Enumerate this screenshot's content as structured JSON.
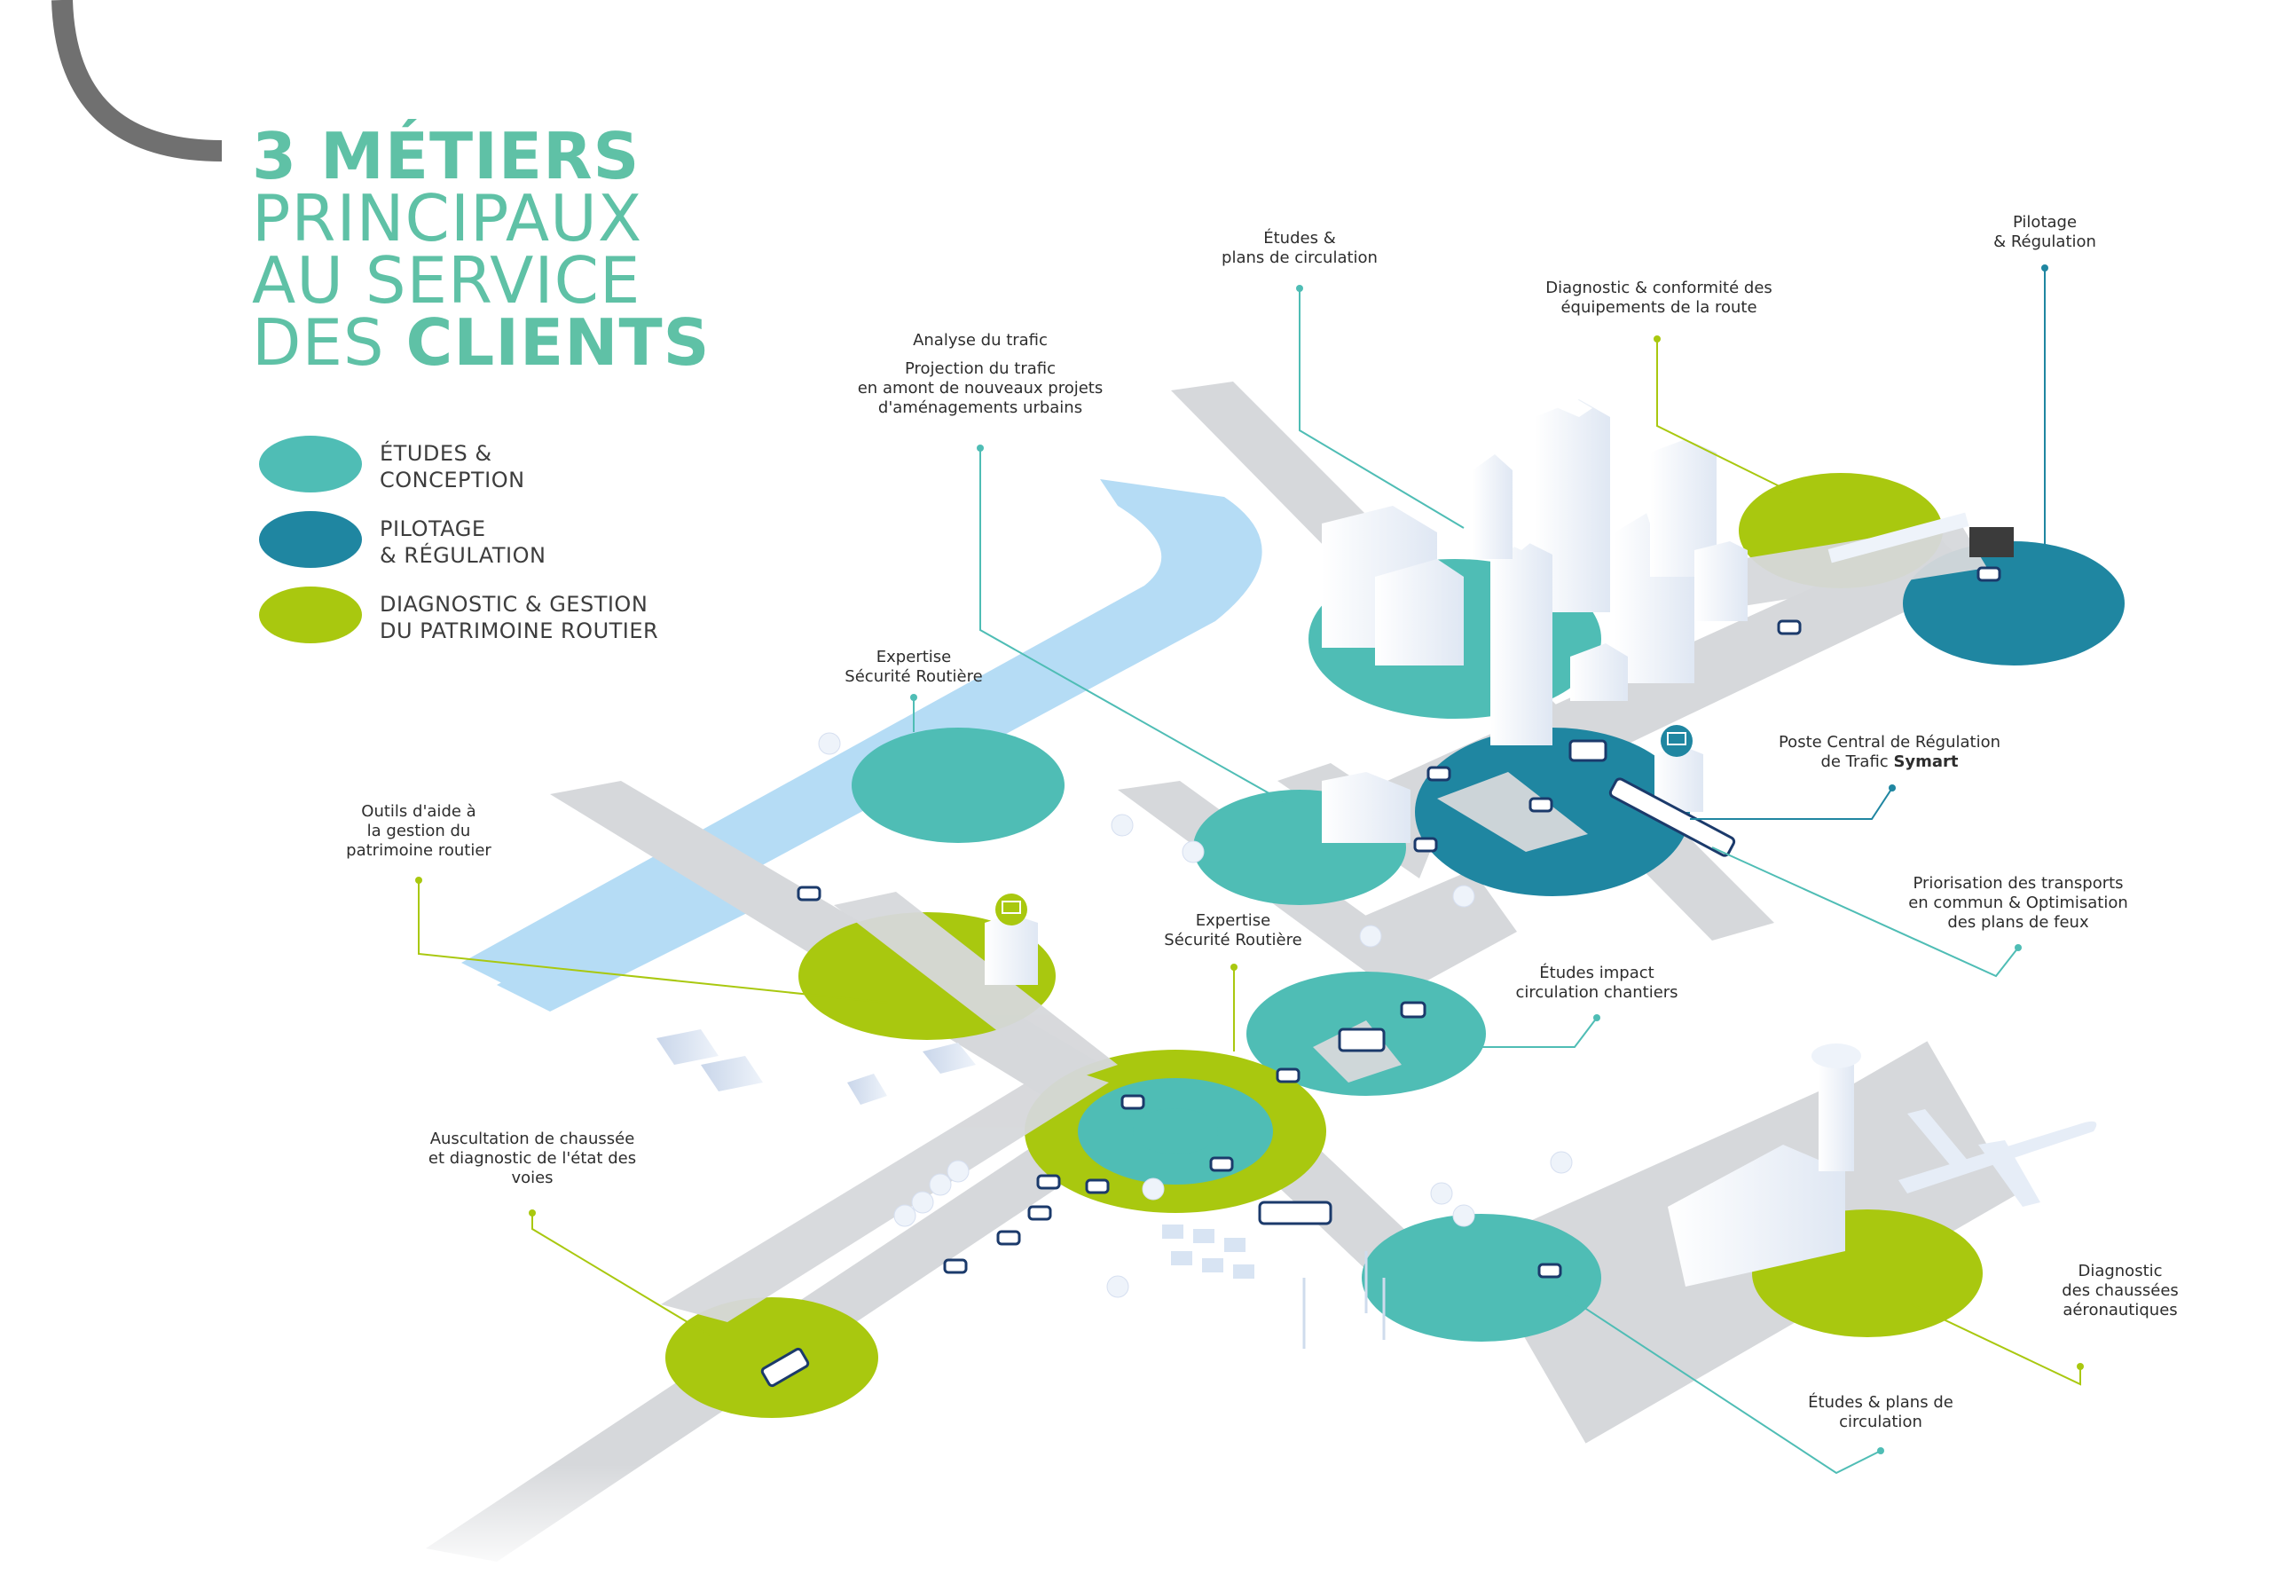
{
  "title": {
    "line1_bold": "3 MÉTIERS",
    "line2": "PRINCIPAUX",
    "line3": "AU SERVICE",
    "line4_prefix": "DES",
    "line4_bold": "CLIENTS"
  },
  "legend": [
    {
      "line1": "ÉTUDES &",
      "line2": "CONCEPTION",
      "color": "#4fbdb5"
    },
    {
      "line1": "PILOTAGE",
      "line2": "& RÉGULATION",
      "color": "#1f86a1"
    },
    {
      "line1": "DIAGNOSTIC & GESTION",
      "line2": "DU PATRIMOINE ROUTIER",
      "color": "#a9c80f"
    }
  ],
  "colors": {
    "teal": "#4fbdb5",
    "dark_teal": "#1f86a1",
    "green": "#a9c80f",
    "title": "#5fc1a6",
    "arc": "#707070",
    "road": "#d6d8db",
    "river": "#b5dcf5"
  },
  "labels": {
    "etudes_plans": {
      "l1": "Études &",
      "l2": "plans de circulation"
    },
    "pilotage_regulation": {
      "l1": "Pilotage",
      "l2": "& Régulation"
    },
    "diagnostic_conformite": {
      "l1": "Diagnostic & conformité des",
      "l2": "équipements de la route"
    },
    "analyse_trafic": {
      "l1": "Analyse du trafic",
      "l2": "Projection du trafic",
      "l3": "en amont de nouveaux projets",
      "l4": "d'aménagements urbains"
    },
    "expertise_1": {
      "l1": "Expertise",
      "l2": "Sécurité Routière"
    },
    "poste_central": {
      "l1": "Poste Central de Régulation",
      "l2_prefix": "de Trafic",
      "l2_bold": "Symart"
    },
    "outils_aide": {
      "l1": "Outils d'aide à",
      "l2": "la gestion du",
      "l3": "patrimoine routier"
    },
    "priorisation": {
      "l1": "Priorisation des transports",
      "l2": "en commun & Optimisation",
      "l3": "des plans de feux"
    },
    "expertise_2": {
      "l1": "Expertise",
      "l2": "Sécurité Routière"
    },
    "etudes_impact": {
      "l1": "Études impact",
      "l2": "circulation chantiers"
    },
    "auscultation": {
      "l1": "Auscultation de chaussée",
      "l2": "et diagnostic de l'état des",
      "l3": "voies"
    },
    "diagnostic_aero": {
      "l1": "Diagnostic",
      "l2": "des chaussées",
      "l3": "aéronautiques"
    },
    "etudes_plans_2": {
      "l1": "Études & plans de",
      "l2": "circulation"
    }
  },
  "icons": [
    "traffic-control-monitor-icon",
    "airplane-icon",
    "control-tower-icon",
    "wind-turbine-icon",
    "solar-panel-icon"
  ]
}
